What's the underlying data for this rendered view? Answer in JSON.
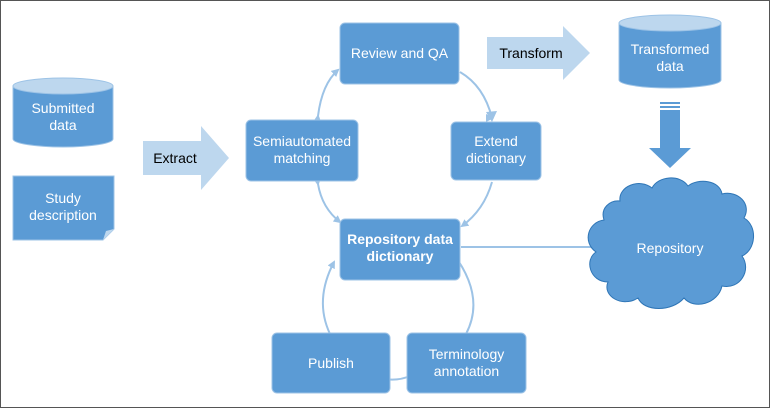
{
  "colors": {
    "box_fill": "#5b9bd5",
    "box_stroke": "#9dc3e6",
    "light_fill": "#bdd7ee",
    "connector": "#9dc3e6",
    "text_on_box": "#ffffff",
    "text_dark": "#000000",
    "frame": "#555555"
  },
  "inputs": {
    "submitted_data": [
      "Submitted",
      "data"
    ],
    "study_description": [
      "Study",
      "description"
    ]
  },
  "arrows": {
    "extract": "Extract",
    "transform": "Transform"
  },
  "cycle": {
    "review_qa": [
      "Review and QA"
    ],
    "semiautomated_matching": [
      "Semiautomated",
      "matching"
    ],
    "extend_dictionary": [
      "Extend",
      "dictionary"
    ],
    "repository_dictionary": [
      "Repository data",
      "dictionary"
    ],
    "publish": [
      "Publish"
    ],
    "terminology_annotation": [
      "Terminology",
      "annotation"
    ]
  },
  "outputs": {
    "transformed_data": [
      "Transformed",
      "data"
    ],
    "repository": [
      "Repository"
    ]
  }
}
